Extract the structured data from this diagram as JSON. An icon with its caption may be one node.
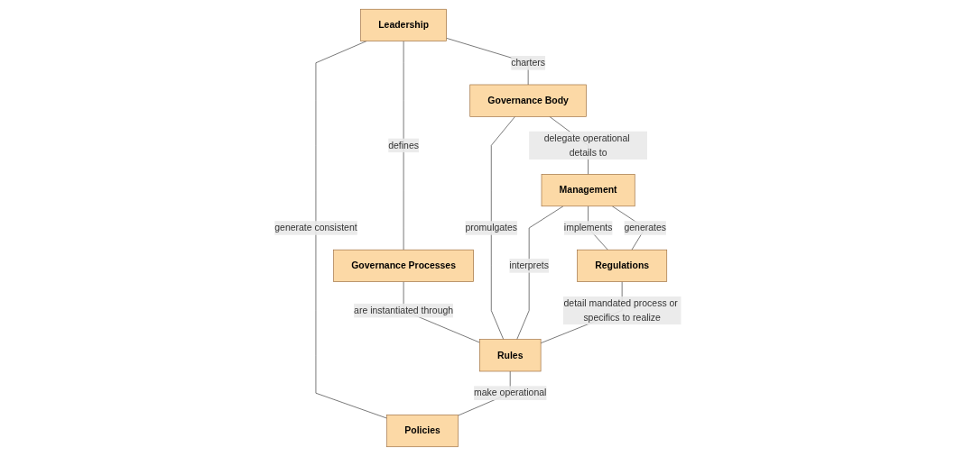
{
  "diagram": {
    "nodes": [
      {
        "text": [
          "Policies"
        ]
      },
      {
        "text": [
          "Leadership"
        ]
      },
      {
        "text": [
          "Governance Processes"
        ]
      },
      {
        "text": [
          "Governance Body"
        ]
      },
      {
        "text": [
          "Rules"
        ]
      },
      {
        "text": [
          "Management"
        ]
      },
      {
        "text": [
          "Regulations"
        ]
      }
    ],
    "edges": [
      {
        "from": 1,
        "to": 0,
        "arrow": "none",
        "label": "generate consistent"
      },
      {
        "from": 1,
        "to": 2,
        "arrow": "none",
        "label": "defines"
      },
      {
        "from": 2,
        "to": 4,
        "arrow": "none",
        "label": "are instantiated through"
      },
      {
        "from": 1,
        "to": 3,
        "arrow": "none",
        "label": "charters"
      },
      {
        "from": 4,
        "to": 0,
        "arrow": "none",
        "label": "make operational"
      },
      {
        "from": 3,
        "to": 4,
        "arrow": "none",
        "label": "promulgates"
      },
      {
        "from": 3,
        "to": 5,
        "arrow": "none",
        "label": "delegate operational details to"
      },
      {
        "from": 5,
        "to": 4,
        "arrow": "none",
        "label": "interprets"
      },
      {
        "from": 6,
        "to": 4,
        "arrow": "none",
        "label": "detail mandated process or specifics to realize"
      },
      {
        "from": 5,
        "to": 6,
        "arrow": "none",
        "label": "implements"
      },
      {
        "from": 5,
        "to": 6,
        "arrow": "none",
        "label": "generates"
      }
    ]
  }
}
